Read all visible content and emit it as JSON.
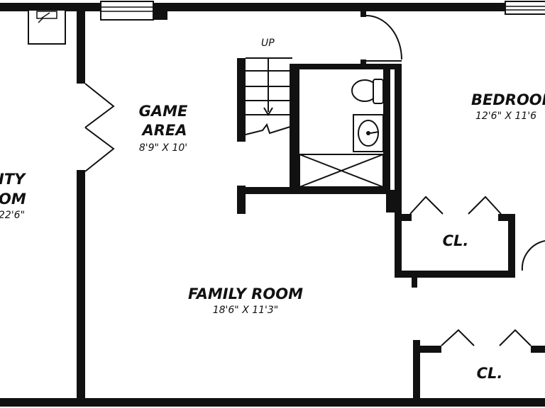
{
  "rooms": {
    "utility": {
      "line1": "ITY",
      "line2": "OM",
      "dims": "22'6\""
    },
    "game_area": {
      "line1": "GAME",
      "line2": "AREA",
      "dims": "8'9\" X 10'"
    },
    "bedroom": {
      "name": "BEDROOM",
      "dims": "12'6\" X 11'6"
    },
    "family_room": {
      "name": "FAMILY ROOM",
      "dims": "18'6\" X 11'3\""
    },
    "closet_upper": {
      "name": "CL."
    },
    "closet_lower": {
      "name": "CL."
    }
  },
  "stairs": {
    "direction_label": "UP"
  },
  "colors": {
    "wall": "#111111",
    "background": "#ffffff"
  }
}
